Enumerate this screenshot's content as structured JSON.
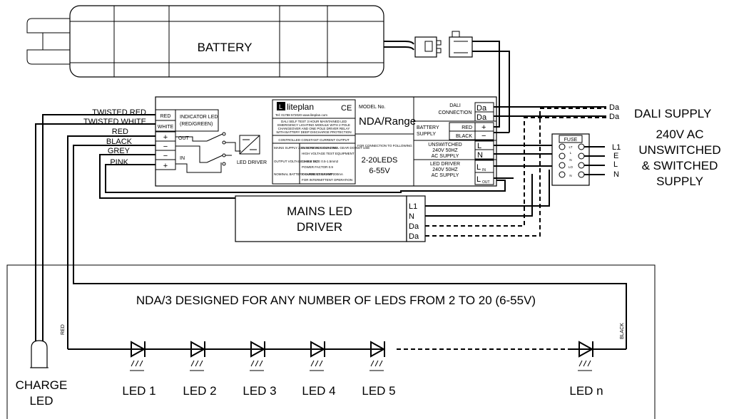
{
  "battery": {
    "label": "BATTERY"
  },
  "module": {
    "wire_labels": [
      "TWISTED RED",
      "TWISTED WHITE",
      "RED",
      "BLACK",
      "GREY",
      "PINK"
    ],
    "indicator_colors": [
      "RED",
      "WHITE"
    ],
    "indicator_label_1": "INDICATOR LED",
    "indicator_label_2": "(RED/GREEN)",
    "out_label": "OUT",
    "in_label": "IN",
    "plus": "+",
    "minus": "−",
    "led_driver_label": "LED DRIVER",
    "brand": "liteplan",
    "ce": "CE",
    "brand_contact": "Tel: 01788 572020  www.liteplan.com",
    "model_no_label": "MODEL No.",
    "model_name": "NDA/Range",
    "connection_note": "FOR CONNECTION TO FOLLOWING",
    "leds_range": "2-20LEDS",
    "voltage_range": "6-55V",
    "desc_lines": [
      "DALI SELF TEST 3 HOUR MAINTAINED LED",
      "EMERGENCY LIGHTING MODULE WITH 2 POLE",
      "CHANGEOVER AND ONE POLE DRIVER RELAY",
      "WITH BATTERY DEEP DISCHARGE PROTECTION"
    ],
    "output_heading": "CONTROLLED CONSTANT CURRENT OUTPUT",
    "spec_left": [
      "MAINS SUPPLY 230V 50HZ AC 50mA 1.8W",
      "OUTPUT VOLTAGE 6-55V DC",
      "NOMINAL BATTERY CURRENT 1.4 AMP"
    ],
    "spec_right": [
      "ELECTRONIC CONTROL GEAR DO NOT USE",
      "HIGH VOLTAGE TEST EQUIPMENT",
      "CABLE SIZE 0.5-1.5mm2",
      "POWER FACTOR 0.9",
      "CHARGE CURRENT 200mA",
      "FOR INTERMITTENT OPERATION"
    ],
    "dali_conn_1": "DALI",
    "dali_conn_2": "CONNECTION",
    "da": "Da",
    "battery_supply_1": "BATTERY",
    "battery_supply_2": "SUPPLY",
    "bat_red": "RED",
    "bat_black": "BLACK",
    "unswitched": [
      "UNSWITCHED",
      "240V 50HZ",
      "AC SUPPLY"
    ],
    "driver_supply": [
      "LED DRIVER",
      "240V 50HZ",
      "AC SUPPLY"
    ],
    "terminal_l": "L",
    "terminal_n": "N",
    "terminal_l_in": "L",
    "in_sub": "IN",
    "terminal_l_out": "L",
    "out_sub": "OUT"
  },
  "dali_supply": {
    "label": "DALI SUPPLY",
    "da": "Da"
  },
  "fuse_block": {
    "label": "FUSE",
    "inner": [
      "LT",
      "L",
      "N",
      "LO",
      "N"
    ]
  },
  "supply_terminals": [
    "L1",
    "E",
    "L",
    "N"
  ],
  "supply_text": [
    "240V AC",
    "UNSWITCHED",
    "& SWITCHED",
    "SUPPLY"
  ],
  "mains_driver": {
    "line1": "MAINS LED",
    "line2": "DRIVER",
    "terminals": [
      "L1",
      "N",
      "Da",
      "Da"
    ]
  },
  "panel": {
    "heading": "NDA/3 DESIGNED FOR ANY NUMBER OF LEDS FROM 2 TO 20 (6-55V)",
    "red": "RED",
    "black": "BLACK"
  },
  "leds": [
    "LED 1",
    "LED 2",
    "LED 3",
    "LED 4",
    "LED 5",
    "LED n"
  ],
  "charge_led": [
    "CHARGE",
    "LED"
  ]
}
